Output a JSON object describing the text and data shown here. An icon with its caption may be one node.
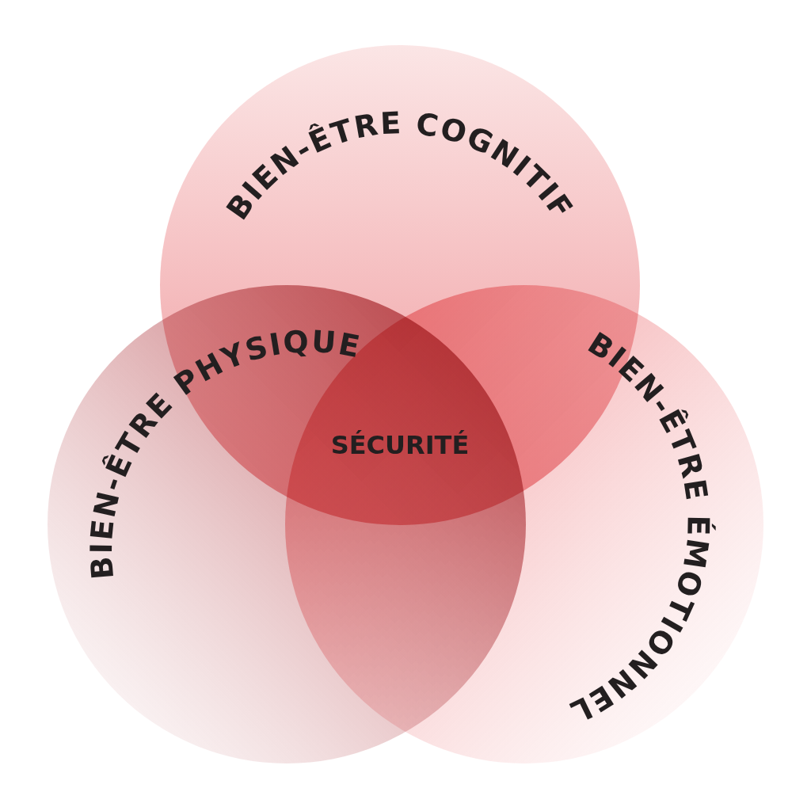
{
  "diagram": {
    "nodes": [
      {
        "text": [
          "BIEN-ÊTRE COGNITIF"
        ]
      },
      {
        "text": [
          "BIEN-ÊTRE PHYSIQUE"
        ]
      },
      {
        "text": [
          "BIEN-ÊTRE ÉMOTIONNEL"
        ]
      }
    ],
    "labels": [
      "SÉCURITÉ"
    ]
  }
}
